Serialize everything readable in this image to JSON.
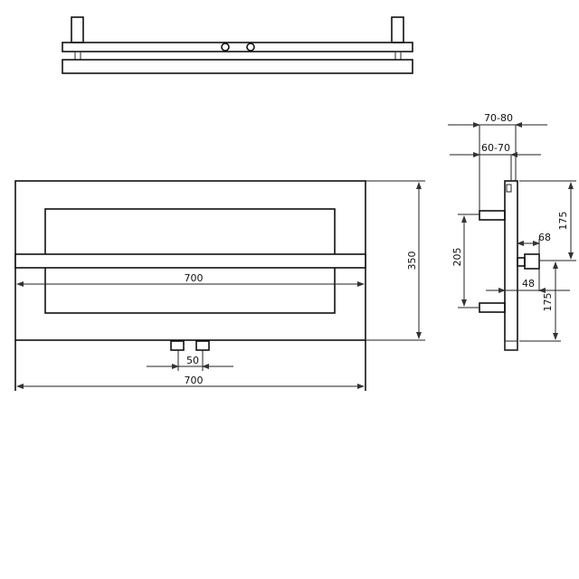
{
  "drawing": {
    "front_view": {
      "width_bar_label": "700",
      "width_overall_label": "700",
      "height_label": "350",
      "valve_spacing_label": "50"
    },
    "side_view": {
      "depth_outer_label": "70-80",
      "depth_inner_label": "60-70",
      "top_offset_label": "175",
      "bottom_offset_label": "175",
      "bracket_spacing_label": "205",
      "valve_projection_label": "68",
      "valve_offset_label": "48"
    },
    "colors": {
      "line": "#111111",
      "background": "#ffffff"
    }
  }
}
